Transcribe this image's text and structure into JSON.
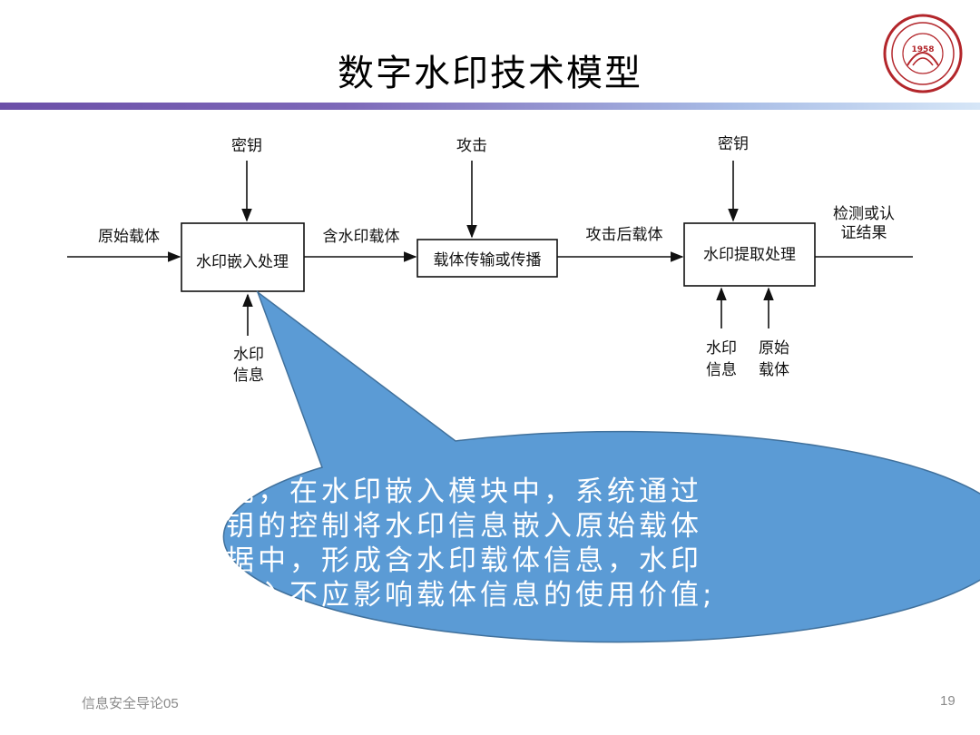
{
  "slide": {
    "title": "数字水印技术模型",
    "footer": "信息安全导论05",
    "page_number": "19"
  },
  "logo": {
    "year": "1958",
    "icon": "university-seal-icon"
  },
  "diagram": {
    "boxes": {
      "embed": "水印嵌入处理",
      "transmit": "载体传输或传播",
      "extract": "水印提取处理"
    },
    "labels": {
      "key_left": "密钥",
      "attack": "攻击",
      "key_right": "密钥",
      "original_carrier": "原始载体",
      "watermarked_carrier": "含水印载体",
      "attacked_carrier": "攻击后载体",
      "result_line1": "检测或认",
      "result_line2": "证结果",
      "wm_info_left_1": "水印",
      "wm_info_left_2": "信息",
      "wm_info_right_1": "水印",
      "wm_info_right_2": "信息",
      "orig_right_1": "原始",
      "orig_right_2": "载体"
    }
  },
  "callout": {
    "color": "#5b9bd5",
    "lines": [
      "首先，在水印嵌入模块中，系统通过",
      "密钥的控制将水印信息嵌入原始载体",
      "数据中，形成含水印载体信息，水印",
      "的嵌入不应影响载体信息的使用价值;"
    ]
  }
}
